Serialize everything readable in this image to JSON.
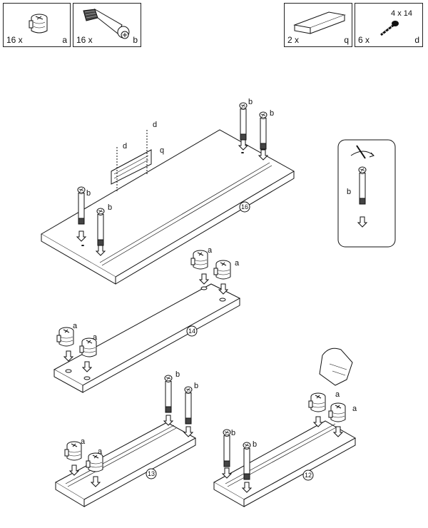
{
  "parts": [
    {
      "qty": "16 x",
      "letter": "a",
      "icon": "cam-lock-icon"
    },
    {
      "qty": "16 x",
      "letter": "b",
      "icon": "cam-bolt-icon"
    },
    {
      "qty": "2 x",
      "letter": "q",
      "icon": "bracket-rail-icon"
    },
    {
      "qty": "6 x",
      "letter": "d",
      "icon": "screw-icon",
      "size": "4 x 14"
    }
  ],
  "steps": {
    "panel_16": {
      "number": "16",
      "labels": {
        "b": "b",
        "d": "d",
        "q": "q"
      }
    },
    "inset": {
      "label": "b"
    },
    "panel_14": {
      "number": "14",
      "label": "a"
    },
    "panel_13": {
      "number": "13",
      "label_a": "a",
      "label_b": "b"
    },
    "panel_12": {
      "number": "12",
      "label_a": "a",
      "label_b": "b"
    }
  }
}
